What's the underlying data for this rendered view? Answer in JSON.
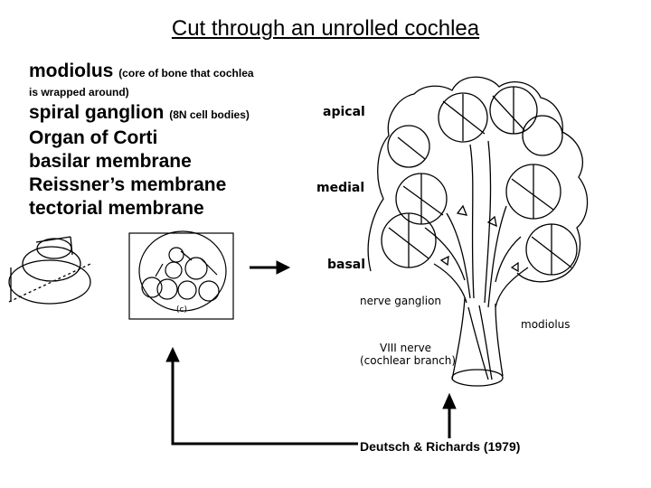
{
  "title": "Cut through an unrolled cochlea",
  "terms": {
    "modiolus": "modiolus",
    "modiolus_note": "(core of bone that cochlea",
    "modiolus_note_cont": "is wrapped around)",
    "spiral_ganglion": "spiral ganglion",
    "spiral_ganglion_note": "(8N cell bodies)",
    "organ_of_corti": "Organ of Corti",
    "basilar_membrane": "basilar membrane",
    "reissners_membrane": "Reissner’s membrane",
    "tectorial_membrane": "tectorial membrane"
  },
  "figure_labels": {
    "apical": "apical",
    "medial": "medial",
    "basal": "basal",
    "nerve_ganglion": "nerve ganglion",
    "modiolus": "modiolus",
    "viii_nerve": "VIII nerve",
    "cochlear_branch": "(cochlear branch)",
    "inset_letter": "(c)"
  },
  "citation": "Deutsch & Richards (1979)",
  "colors": {
    "ink": "#000000",
    "background": "#ffffff"
  },
  "icons": [
    "cochlea-shell-sketch",
    "cross-section-inset",
    "arrow-right",
    "arrow-up",
    "cochlea-cross-section-drawing"
  ]
}
